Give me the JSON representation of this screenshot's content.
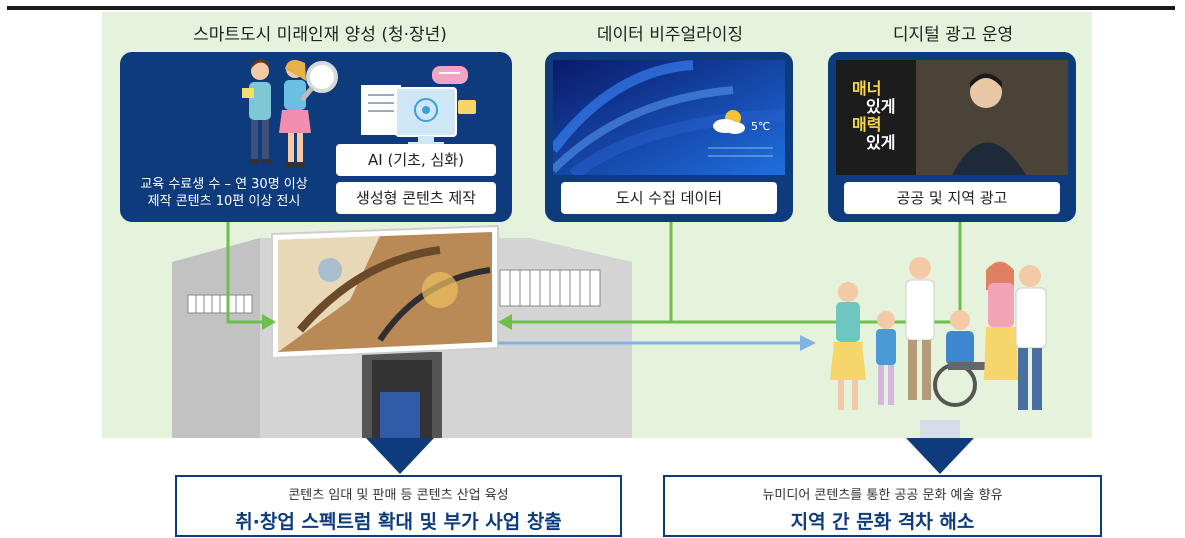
{
  "sections": {
    "left_title": "스마트도시 미래인재 양성 (청·장년)",
    "middle_title": "데이터 비주얼라이징",
    "right_title": "디지털 광고 운영"
  },
  "left_panel": {
    "caption_line1": "교육 수료생 수 – 연 30명 이상",
    "caption_line2": "제작 콘텐츠 10편 이상 전시",
    "btn_ai": "AI (기초, 심화)",
    "btn_genai": "생성형 콘텐츠 제작"
  },
  "middle_panel": {
    "weather_temp": "5℃",
    "button": "도시 수집 데이터"
  },
  "right_panel": {
    "ad_line1": "매너",
    "ad_line2": "있게",
    "ad_line3": "매력",
    "ad_line4": "있게",
    "button": "공공 및 지역 광고"
  },
  "outcomes": {
    "left_small": "콘텐츠 임대 및 판매 등 콘텐츠 산업 육성",
    "left_big": "취·창업 스펙트럼 확대 및 부가 사업 창출",
    "right_small": "뉴미디어 콘텐츠를 통한 공공 문화 예술 향유",
    "right_big": "지역 간 문화 격차 해소"
  },
  "colors": {
    "navy": "#0e3b7c",
    "green_arrow": "#6cc04a",
    "blue_arrow": "#7fb2e5",
    "background": "#e6f3dc"
  }
}
